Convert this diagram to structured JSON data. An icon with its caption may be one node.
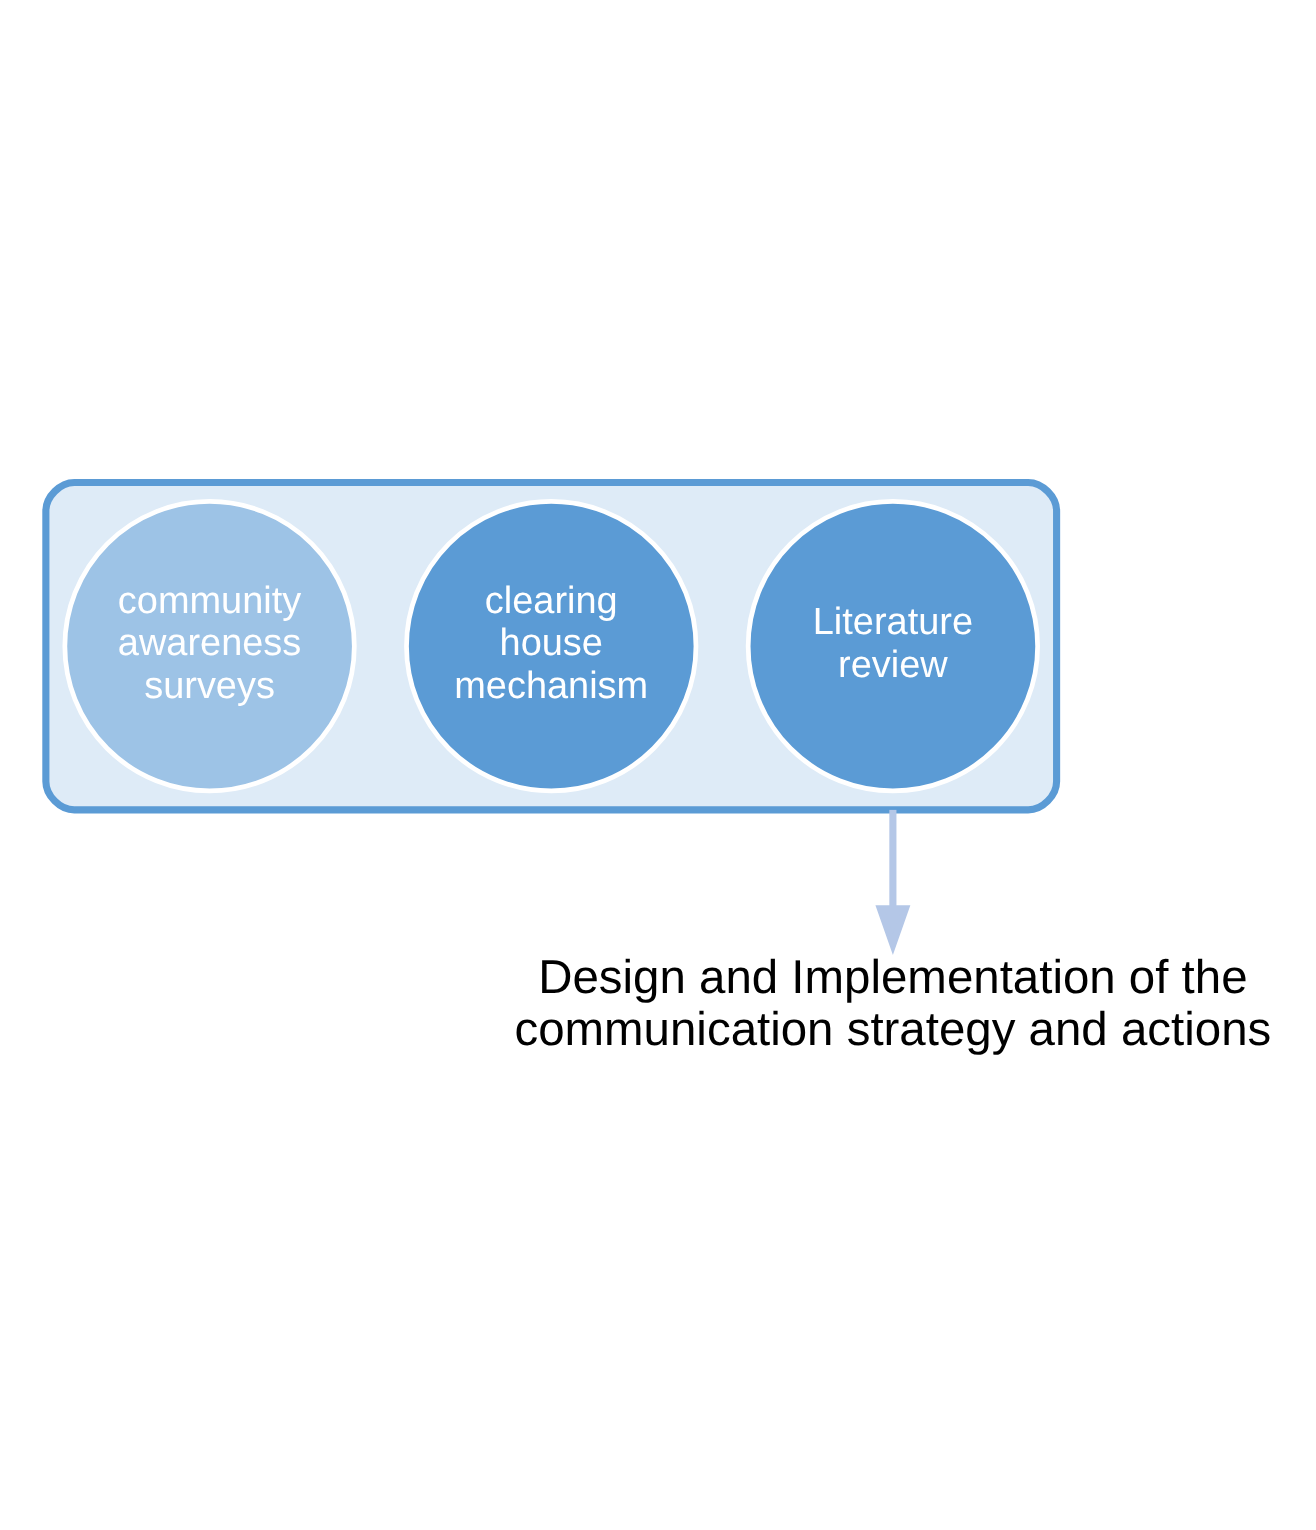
{
  "diagram": {
    "nodes": [
      {
        "text": [],
        "shape": "funnel"
      },
      {
        "text": [
          "Literature review"
        ],
        "in": 0
      },
      {
        "text": [
          "clearing house mechanism"
        ],
        "in": 0
      },
      {
        "text": [
          "community awareness surveys"
        ],
        "in": 0
      },
      {
        "text": [
          "Design and Implementation of the communication strategy and actions"
        ]
      }
    ],
    "edges": [
      {
        "from": 0,
        "to": 4,
        "arrow": "to",
        "color": "#b4c7e7"
      }
    ]
  }
}
